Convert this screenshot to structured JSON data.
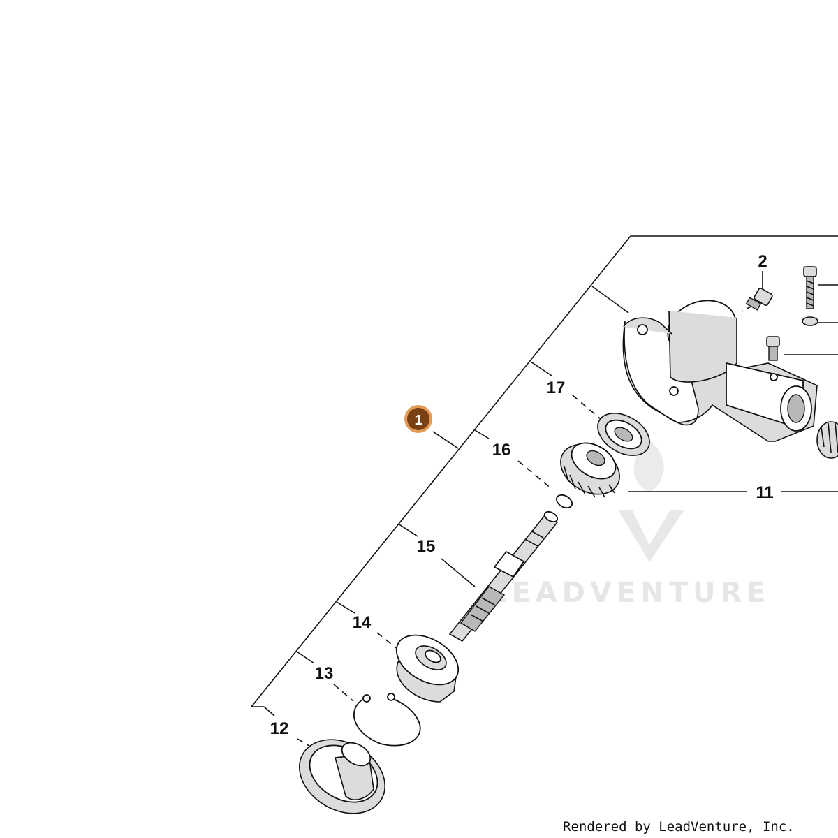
{
  "callout": {
    "number": "1",
    "color": "#7a3f12",
    "ring_color": "#e39a56"
  },
  "labels": {
    "p2": "2",
    "p11": "11",
    "p12": "12",
    "p13": "13",
    "p14": "14",
    "p15": "15",
    "p16": "16",
    "p17": "17"
  },
  "watermark": {
    "brand": "LEADVENTURE"
  },
  "footer": {
    "credit": "Rendered by LeadVenture, Inc."
  },
  "colors": {
    "line": "#111111",
    "part_fill": "#dcdcdc",
    "background": "#ffffff"
  }
}
